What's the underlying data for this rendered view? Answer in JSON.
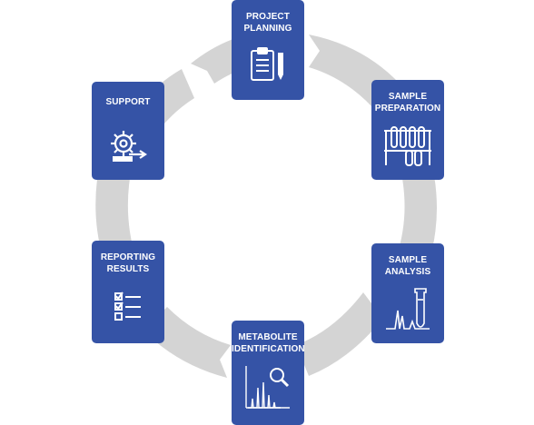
{
  "cycle": {
    "steps": [
      {
        "label": "PROJECT\nPLANNING",
        "icon": "clipboard-pencil-icon"
      },
      {
        "label": "SAMPLE\nPREPARATION",
        "icon": "test-tube-rack-icon"
      },
      {
        "label": "SAMPLE\nANALYSIS",
        "icon": "chromatogram-vial-icon"
      },
      {
        "label": "METABOLITE\nIDENTIFICATION",
        "icon": "spectrum-magnifier-icon"
      },
      {
        "label": "REPORTING\nRESULTS",
        "icon": "checklist-icon"
      },
      {
        "label": "SUPPORT",
        "icon": "gear-wrench-icon"
      }
    ],
    "colors": {
      "card": "#3553a6",
      "ring": "#d4d4d4",
      "icon": "#ffffff"
    }
  }
}
